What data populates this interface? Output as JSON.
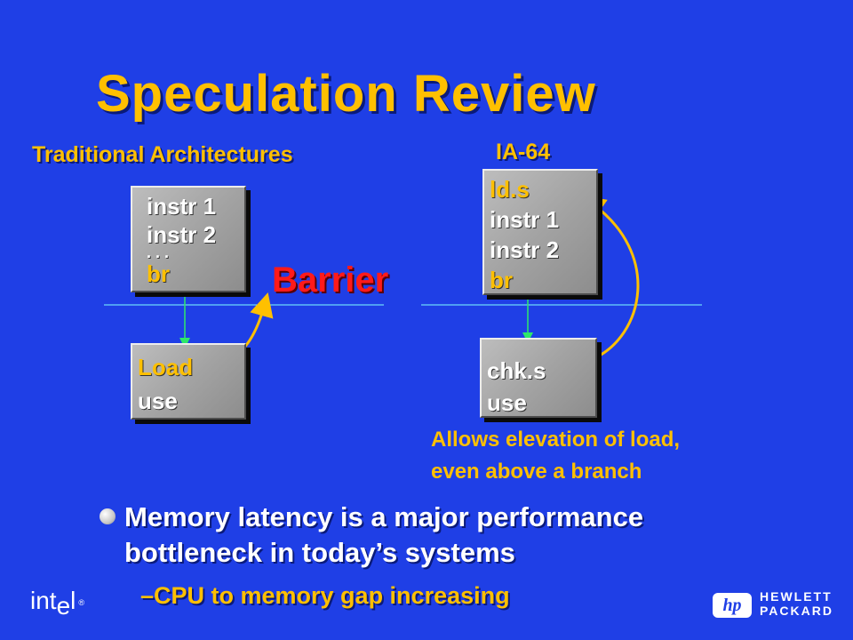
{
  "slide": {
    "title": "Speculation Review",
    "traditional": {
      "heading": "Traditional Architectures",
      "top_box": [
        "instr 1",
        "instr 2",
        ". . .",
        "br"
      ],
      "bottom_box": [
        "Load",
        "use"
      ],
      "barrier_label": "Barrier"
    },
    "ia64": {
      "heading": "IA-64",
      "top_box": [
        "ld.s",
        "instr 1",
        "instr 2",
        "br"
      ],
      "bottom_box": [
        "chk.s",
        "use"
      ],
      "note_line1": "Allows elevation of load,",
      "note_line2": "even above a branch"
    },
    "bullets": [
      {
        "line1": "Memory latency is a major performance",
        "line2": "bottleneck in today’s systems"
      }
    ],
    "sub_bullet": "–CPU to memory gap increasing",
    "logos": {
      "intel_text": "int",
      "intel_e": "e",
      "intel_l": "l",
      "intel_reg": "®",
      "hp_badge": "hp",
      "hp_line1": "HEWLETT",
      "hp_line2": "PACKARD"
    },
    "colors": {
      "background": "#1f3fe6",
      "accent_yellow": "#ffc000",
      "barrier_red": "#ff1a1a",
      "arrow_green": "#2ee86a"
    }
  }
}
